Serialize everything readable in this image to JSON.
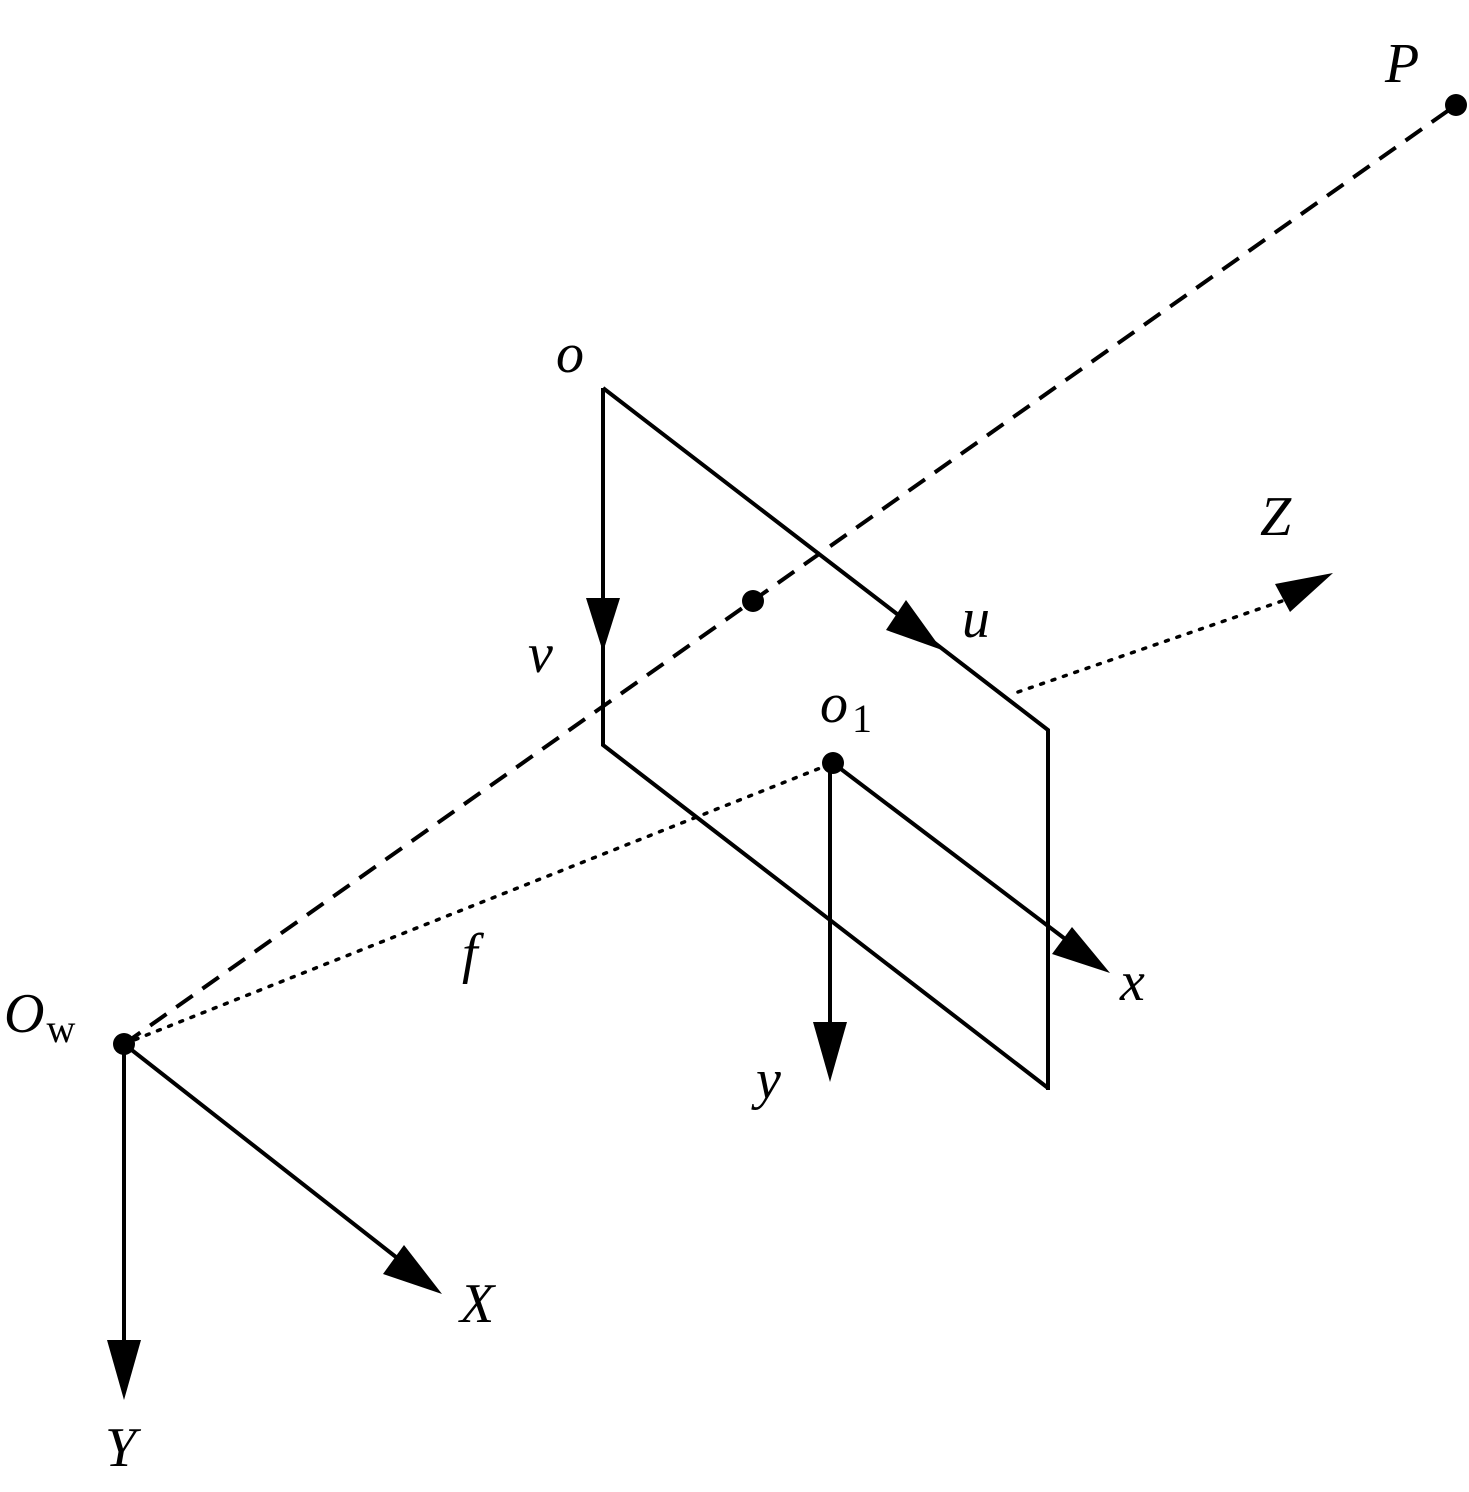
{
  "labels": {
    "P": "P",
    "o": "o",
    "u": "u",
    "v": "v",
    "o1_main": "o",
    "o1_sub": "1",
    "Z": "Z",
    "x": "x",
    "y": "y",
    "f": "f",
    "Ow_main": "O",
    "Ow_sub": "w",
    "X": "X",
    "Y": "Y"
  }
}
